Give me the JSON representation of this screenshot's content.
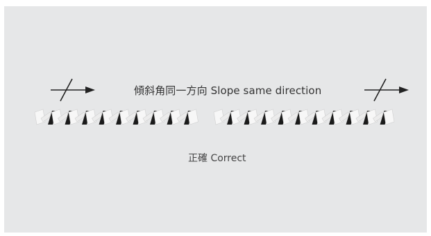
{
  "heading": "傾斜角同一方向 Slope same direction",
  "caption": "正確 Correct",
  "colors": {
    "panel": "#e6e7e8",
    "tile_light": "#f7f7f7",
    "tile_dark": "#1b1b1b",
    "arrow": "#222222"
  },
  "icons": [
    "slash-arrow-icon-left",
    "slash-arrow-icon-right"
  ],
  "chain_groups": [
    {
      "name": "left-chain",
      "links": 9
    },
    {
      "name": "right-chain",
      "links": 10
    }
  ]
}
